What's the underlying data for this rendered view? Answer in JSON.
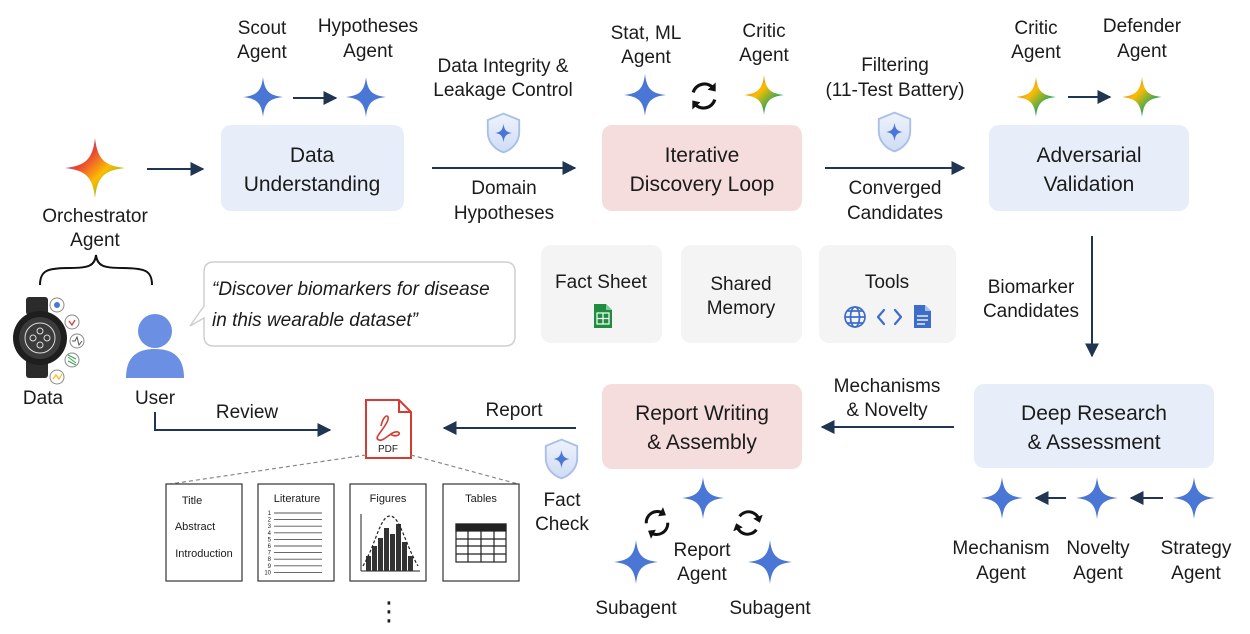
{
  "colors": {
    "blue_box": "#e7eef9",
    "pink_box": "#f6dddd",
    "gray_box": "#f4f4f4",
    "arrow": "#1f3552",
    "star_blue": "#4a76d6",
    "shield_fill": "#d9e5f8",
    "pdf_red": "#d63b2f"
  },
  "icons": [
    "gemini-star-icon",
    "gemini-gradient-star-icon",
    "shield-icon",
    "refresh-cycle-icon",
    "smartwatch-icon",
    "user-icon",
    "spreadsheet-icon",
    "globe-icon",
    "code-icon",
    "document-icon",
    "pdf-icon"
  ],
  "agents": {
    "orchestrator": [
      "Orchestrator",
      "Agent"
    ],
    "scout": [
      "Scout",
      "Agent"
    ],
    "hypotheses": [
      "Hypotheses",
      "Agent"
    ],
    "stat_ml": [
      "Stat, ML",
      "Agent"
    ],
    "critic_loop": [
      "Critic",
      "Agent"
    ],
    "critic_adv": [
      "Critic",
      "Agent"
    ],
    "defender": [
      "Defender",
      "Agent"
    ],
    "mechanism": [
      "Mechanism",
      "Agent"
    ],
    "novelty": [
      "Novelty",
      "Agent"
    ],
    "strategy": [
      "Strategy",
      "Agent"
    ],
    "report_agent": [
      "Report",
      "Agent"
    ],
    "subagent_left": "Subagent",
    "subagent_right": "Subagent"
  },
  "boxes": {
    "data_understanding": [
      "Data",
      "Understanding"
    ],
    "discovery_loop": [
      "Iterative",
      "Discovery Loop"
    ],
    "adversarial": [
      "Adversarial",
      "Validation"
    ],
    "deep_research": [
      "Deep Research",
      "& Assessment"
    ],
    "report_writing": [
      "Report Writing",
      "& Assembly"
    ],
    "fact_sheet": "Fact Sheet",
    "shared_memory": [
      "Shared",
      "Memory"
    ],
    "tools": "Tools"
  },
  "edges": {
    "integrity": [
      "Data Integrity &",
      "Leakage Control"
    ],
    "domain_hyp": [
      "Domain",
      "Hypotheses"
    ],
    "filtering": [
      "Filtering",
      "(11-Test Battery)"
    ],
    "converged": [
      "Converged",
      "Candidates"
    ],
    "biomarker": [
      "Biomarker",
      "Candidates"
    ],
    "mechanisms": [
      "Mechanisms",
      "& Novelty"
    ],
    "report": "Report",
    "review": "Review",
    "fact_check": [
      "Fact",
      "Check"
    ]
  },
  "inputs": {
    "data": "Data",
    "user": "User",
    "prompt": [
      "“Discover biomarkers for disease",
      "in this wearable dataset”"
    ]
  },
  "report_doc": {
    "pdf_label": "PDF",
    "sections": [
      "Title",
      "Abstract",
      "Introduction"
    ],
    "literature": "Literature",
    "literature_numbers": [
      "1",
      "2",
      "3",
      "4",
      "5",
      "6",
      "7",
      "8",
      "9",
      "10"
    ],
    "figures": "Figures",
    "tables": "Tables",
    "more": "⋮"
  }
}
